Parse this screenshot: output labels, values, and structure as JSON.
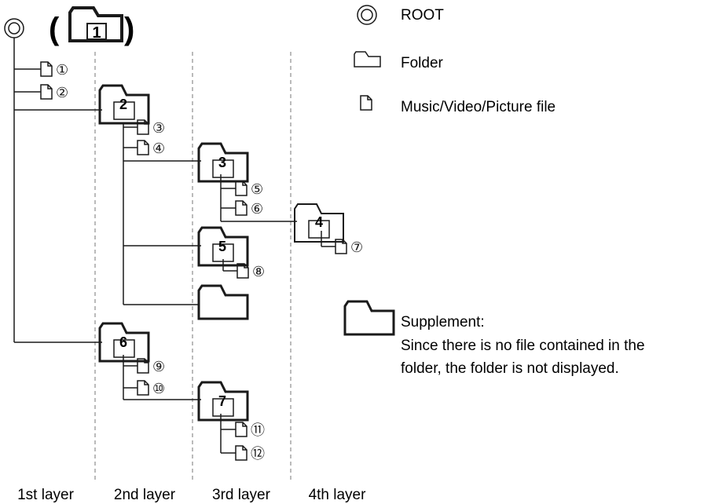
{
  "root_folder_label": "1",
  "legend": {
    "root_label": "ROOT",
    "folder_label": "Folder",
    "file_label": "Music/Video/Picture file"
  },
  "supplement": {
    "title": "Supplement:",
    "line1": "Since there is no file contained in the",
    "line2": "folder, the folder is not displayed."
  },
  "layers": [
    "1st layer",
    "2nd layer",
    "3rd layer",
    "4th layer"
  ],
  "folders": [
    "2",
    "3",
    "4",
    "5",
    "6",
    "7"
  ],
  "files": [
    "①",
    "②",
    "③",
    "④",
    "⑤",
    "⑥",
    "⑦",
    "⑧",
    "⑨",
    "⑩",
    "⑪",
    "⑫"
  ]
}
